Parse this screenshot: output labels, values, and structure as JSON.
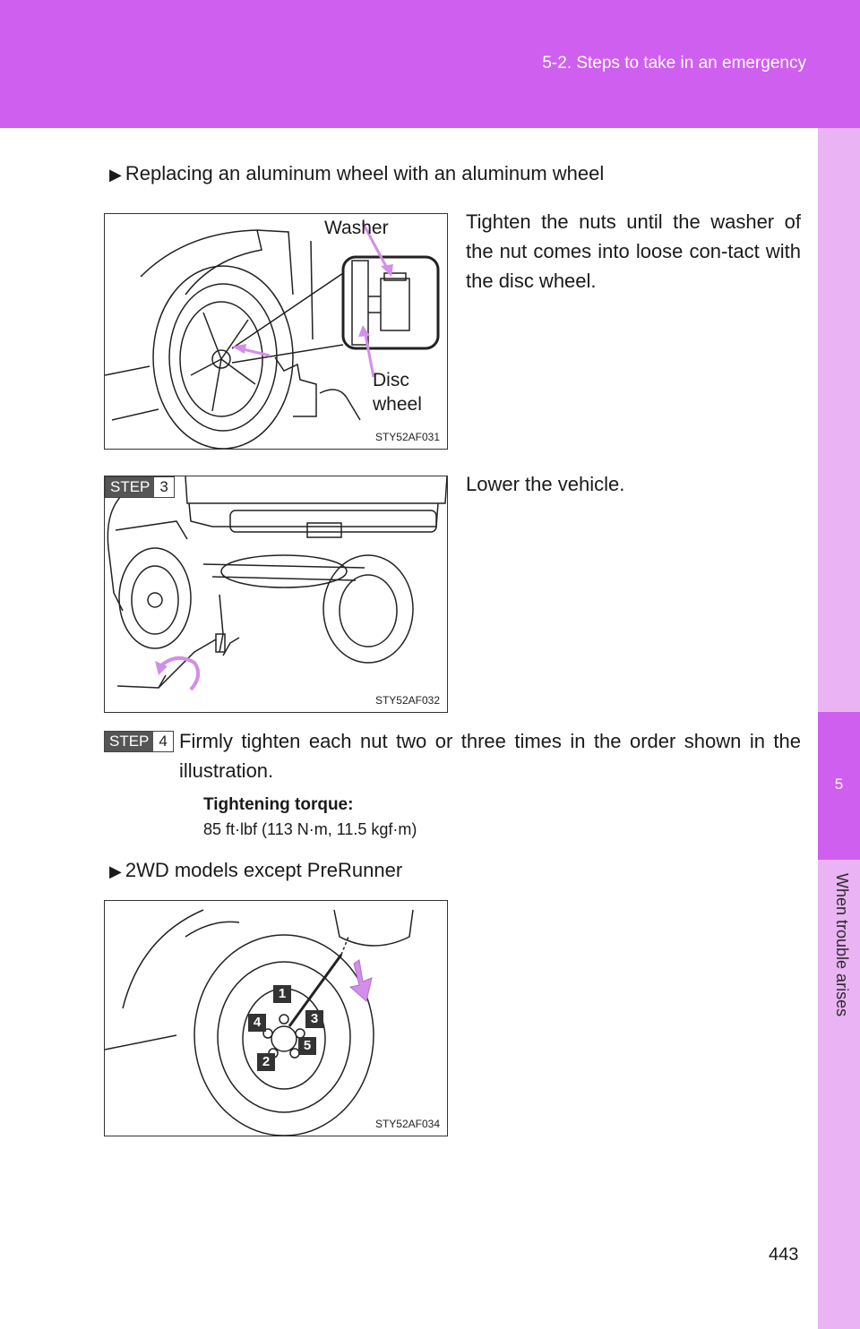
{
  "header": {
    "section": "5-2. Steps to take in an emergency"
  },
  "side_tab": {
    "chapter_number": "5",
    "chapter_title": "When trouble arises"
  },
  "sections": {
    "aluminum": {
      "heading": "Replacing an aluminum wheel with an aluminum wheel",
      "instruction": "Tighten the nuts until the washer of the nut comes into loose con-tact with the disc wheel.",
      "callout_washer": "Washer",
      "callout_disc_line1": "Disc",
      "callout_disc_line2": "wheel",
      "figure_code": "STY52AF031"
    },
    "step3": {
      "step_label": "STEP",
      "step_number": "3",
      "instruction": "Lower the vehicle.",
      "figure_code": "STY52AF032"
    },
    "step4": {
      "step_label": "STEP",
      "step_number": "4",
      "instruction": "Firmly tighten each nut two or three times in the order shown in the illustration.",
      "torque_label": "Tightening torque:",
      "torque_value": "85 ft·lbf (113 N·m, 11.5 kgf·m)"
    },
    "twowd": {
      "heading": "2WD models except PreRunner",
      "figure_code": "STY52AF034",
      "nut_order": [
        "1",
        "2",
        "3",
        "4",
        "5"
      ]
    }
  },
  "page_number": "443",
  "colors": {
    "accent": "#cf5fef",
    "tab_light": "#eab3f4",
    "arrow": "#d38ee9"
  }
}
